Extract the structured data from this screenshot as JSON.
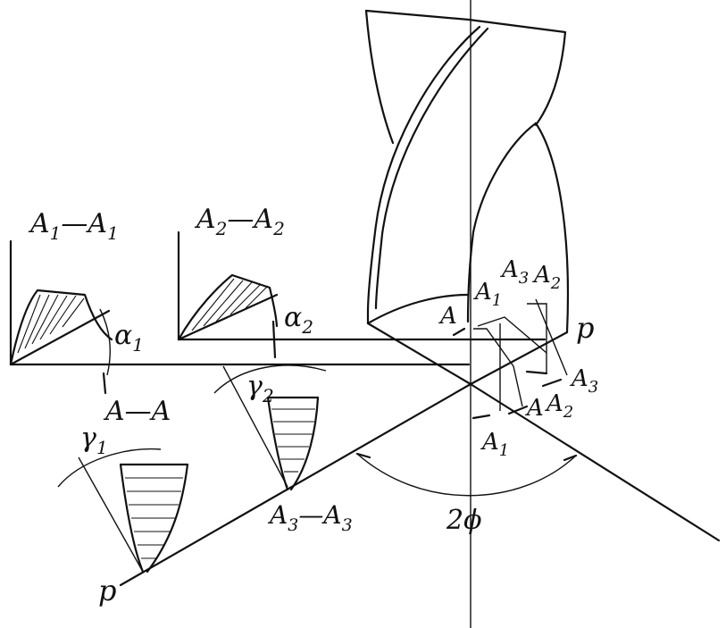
{
  "labels": {
    "sec_a1_main": "A",
    "sec_a1_sub": "1",
    "sec_a1_dash": "—",
    "sec_a1_main2": "A",
    "sec_a1_sub2": "1",
    "sec_a2_main": "A",
    "sec_a2_sub": "2",
    "sec_a2_dash": "—",
    "sec_a2_main2": "A",
    "sec_a2_sub2": "2",
    "sec_a_a": "A—A",
    "sec_a3_main": "A",
    "sec_a3_sub": "3",
    "sec_a3_dash": "—",
    "sec_a3_main2": "A",
    "sec_a3_sub2": "3",
    "alpha": "α",
    "alpha1_sub": "1",
    "alpha2_sub": "2",
    "gamma": "γ",
    "gamma1_sub": "1",
    "gamma2_sub": "2",
    "point_angle": "2ϕ",
    "p_right": "p",
    "p_bottom": "p",
    "A": "A",
    "A1": "A",
    "A1_sub": "1",
    "A2": "A",
    "A2_sub": "2",
    "A3": "A",
    "A3_sub": "3",
    "A_lower": "A",
    "A1_lower": "A",
    "A1_lower_sub": "1",
    "A2_lower": "A",
    "A2_lower_sub": "2",
    "A3_lower": "A",
    "A3_lower_sub": "3"
  }
}
